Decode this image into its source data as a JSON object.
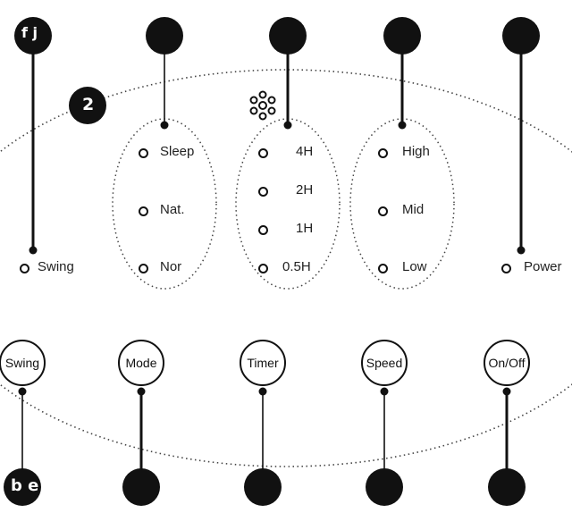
{
  "markers": {
    "top_left": "f j",
    "panel": "2",
    "bottom_left": "b e"
  },
  "indicators": {
    "swing": "Swing",
    "power": "Power",
    "mode_sleep": "Sleep",
    "mode_nat": "Nat.",
    "mode_nor": "Nor",
    "timer_4h": "4H",
    "timer_2h": "2H",
    "timer_1h": "1H",
    "timer_05h": "0.5H",
    "speed_high": "High",
    "speed_mid": "Mid",
    "speed_low": "Low"
  },
  "buttons": {
    "swing": "Swing",
    "mode": "Mode",
    "timer": "Timer",
    "speed": "Speed",
    "onoff": "On/Off"
  },
  "icons": {
    "fan": "fan-icon"
  }
}
